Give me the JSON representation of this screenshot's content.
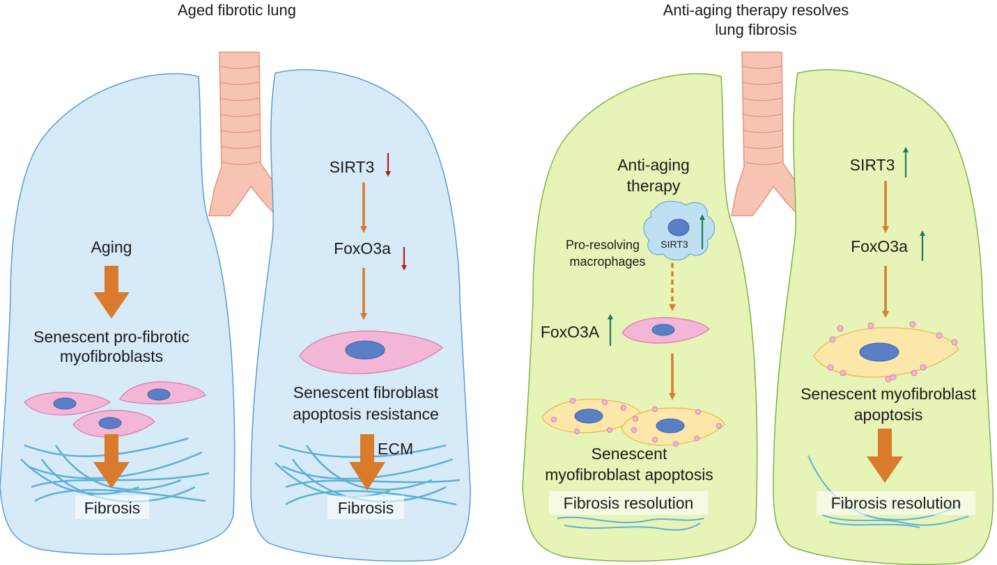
{
  "panels": {
    "left": {
      "title": "Aged fibrotic lung",
      "lung_fill": "#d6eaf8",
      "lung_stroke": "#5b9bd5",
      "left_lobe": {
        "aging": "Aging",
        "senescent_line1": "Senescent pro-fibrotic",
        "senescent_line2": "myofibroblasts",
        "fibrosis": "Fibrosis"
      },
      "right_lobe": {
        "sirt3": "SIRT3",
        "foxo3a": "FoxO3a",
        "senescent_line1": "Senescent fibroblast",
        "senescent_line2": "apoptosis resistance",
        "ecm": "ECM",
        "fibrosis": "Fibrosis"
      }
    },
    "right": {
      "title_line1": "Anti-aging therapy resolves",
      "title_line2": "lung fibrosis",
      "lung_fill": "#e6f4b8",
      "lung_stroke": "#7cb342",
      "left_lobe": {
        "therapy_line1": "Anti-aging",
        "therapy_line2": "therapy",
        "macro_line1": "Pro-resolving",
        "macro_line2": "macrophages",
        "macro_sirt3": "SIRT3",
        "foxo3a": "FoxO3A",
        "senescent_line1": "Senescent",
        "senescent_line2": "myofibroblast apoptosis",
        "resolution": "Fibrosis resolution"
      },
      "right_lobe": {
        "sirt3": "SIRT3",
        "foxo3a": "FoxO3a",
        "senescent_line1": "Senescent myofibroblast",
        "senescent_line2": "apoptosis",
        "resolution": "Fibrosis resolution"
      }
    }
  },
  "colors": {
    "arrow_orange": "#d97b2b",
    "down_red": "#b71c1c",
    "up_green": "#1e7b55",
    "fibroblast_pink": "#f3b6d6",
    "fibroblast_stroke": "#d87aa9",
    "apoptotic_yellow": "#fbe7a8",
    "apoptotic_stroke": "#e8b84a",
    "nucleus": "#5b7fc6",
    "fiber": "#5bb0d6",
    "trachea": "#f7c4b4",
    "macrophage": "#bfe0f2"
  },
  "icons": {
    "down_indicator": "arrow-down-icon",
    "up_indicator": "arrow-up-icon"
  }
}
